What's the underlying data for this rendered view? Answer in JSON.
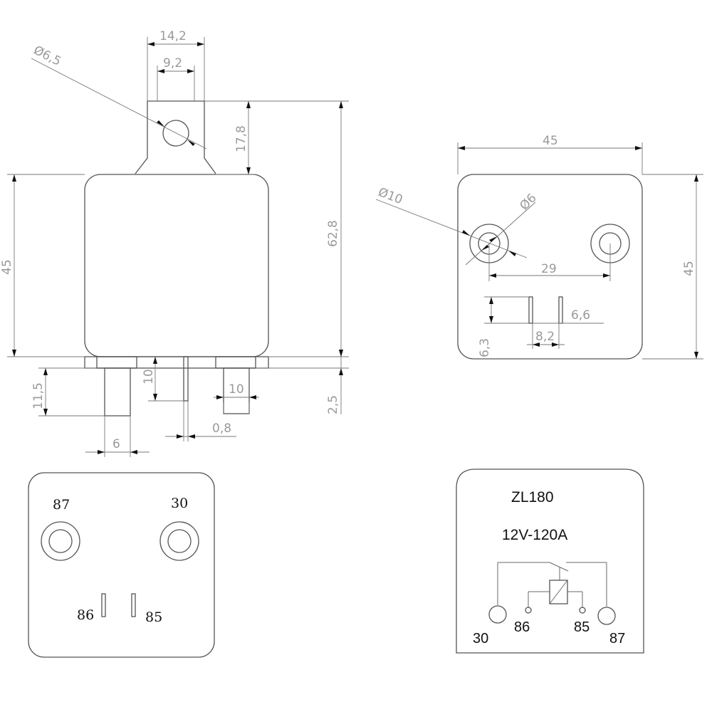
{
  "side_view": {
    "dim_tab_width": "14,2",
    "dim_tab_inner": "9,2",
    "dim_hole_diameter": "Ø6,5",
    "dim_tab_height": "17,8",
    "dim_body_height": "45",
    "dim_total_height": "62,8",
    "dim_pin_length": "11,5",
    "dim_small_pin": "10",
    "dim_pin_spacing": "10",
    "dim_pin_gap": "2,5",
    "dim_pin_width": "6",
    "dim_thin_pin": "0,8"
  },
  "top_view": {
    "dim_width": "45",
    "dim_height": "45",
    "dim_outer_diameter": "Ø10",
    "dim_inner_diameter": "Ø6",
    "dim_hole_spacing": "29",
    "dim_blade_gap": "6,6",
    "dim_blade_spacing": "8,2",
    "dim_blade_height": "6,3"
  },
  "bottom_view": {
    "terminal_87": "87",
    "terminal_30": "30",
    "terminal_86": "86",
    "terminal_85": "85"
  },
  "schematic": {
    "model": "ZL180",
    "rating": "12V-120A",
    "terminal_30": "30",
    "terminal_86": "86",
    "terminal_85": "85",
    "terminal_87": "87"
  }
}
